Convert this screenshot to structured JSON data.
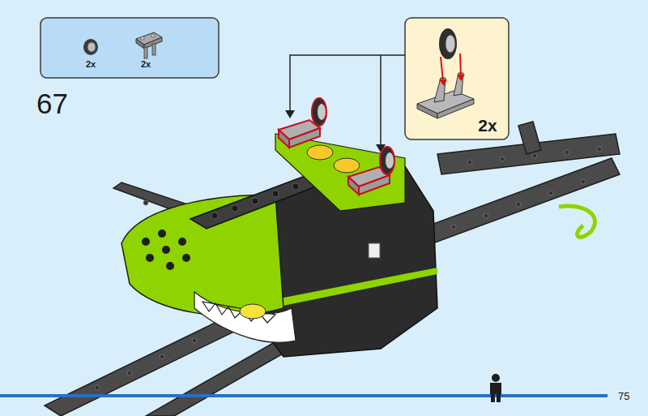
{
  "diagram": {
    "nodes": [
      {
        "text": [
          "2x",
          "2x"
        ]
      },
      {
        "text": [
          "2x"
        ]
      }
    ],
    "labels": [
      "67",
      "75"
    ]
  }
}
